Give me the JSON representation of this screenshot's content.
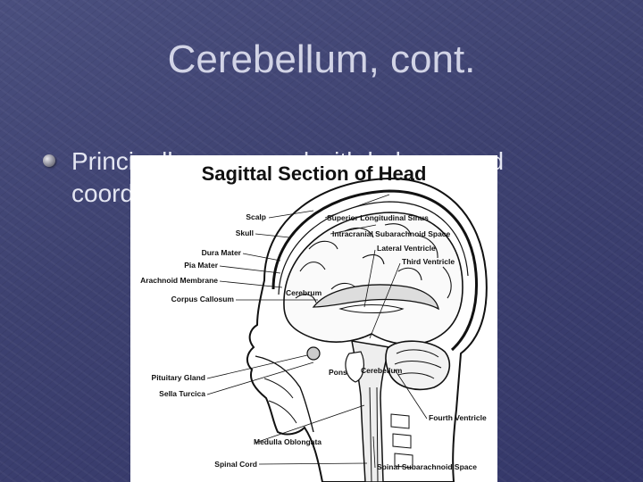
{
  "slide": {
    "title": "Cerebellum, cont.",
    "bullet": "Principally concerned with balance and coordination"
  },
  "figure": {
    "title": "Sagittal Section of Head",
    "labels_left": {
      "scalp": "Scalp",
      "skull": "Skull",
      "dura_mater": "Dura Mater",
      "pia_mater": "Pia Mater",
      "arachnoid": "Arachnoid Membrane",
      "corpus_callosum": "Corpus Callosum",
      "pituitary": "Pituitary Gland",
      "sella": "Sella Turcica",
      "medulla": "Medulla Oblongata",
      "spinal_cord": "Spinal Cord"
    },
    "labels_right": {
      "sup_sinus": "Superior Longitudinal Sinus",
      "subarach_intra": "Intracranial Subarachnoid Space",
      "lateral_ventricle": "Lateral Ventricle",
      "third_ventricle": "Third Ventricle",
      "fourth_ventricle": "Fourth Ventricle",
      "spinal_subarach": "Spinal Subarachnoid Space"
    },
    "labels_inner": {
      "cerebrum": "Cerebrum",
      "pons": "Pons",
      "cerebellum": "Cerebellum"
    }
  }
}
